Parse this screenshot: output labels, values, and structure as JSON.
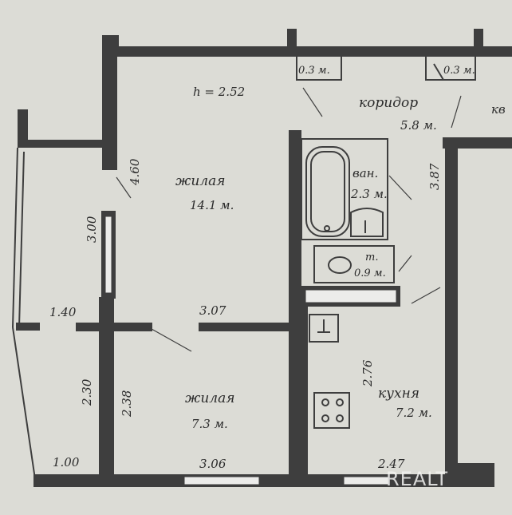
{
  "ceiling_height": "h = 2.52",
  "rooms": {
    "living_large": {
      "name": "жилая",
      "area": "14.1 м."
    },
    "living_small": {
      "name": "жилая",
      "area": "7.3 м."
    },
    "corridor": {
      "name": "коридор",
      "area": "5.8 м."
    },
    "bathroom": {
      "name": "ван.",
      "area": "2.3 м."
    },
    "toilet": {
      "name": "т.",
      "area": "0.9 м."
    },
    "kitchen": {
      "name": "кухня",
      "area": "7.2 м."
    },
    "closet_left": {
      "area": "0.3 м."
    },
    "closet_right": {
      "area": "0.3 м."
    },
    "neighbor": {
      "name": "кв"
    }
  },
  "dimensions": {
    "large_room_depth": "4.60",
    "partition_length": "3.00",
    "large_room_width": "3.07",
    "balcony_width": "1.40",
    "balcony_depth": "2.30",
    "small_room_depth": "2.38",
    "balcony_end": "1.00",
    "small_room_width": "3.06",
    "kitchen_depth": "2.76",
    "kitchen_width": "2.47",
    "corridor_depth": "3.87"
  },
  "watermark": "REALT"
}
